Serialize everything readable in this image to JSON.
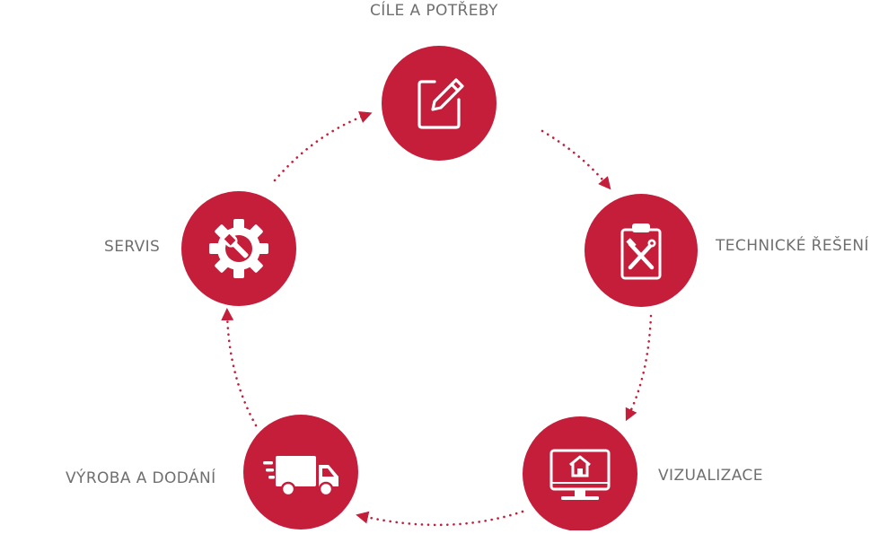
{
  "colors": {
    "accent": "#c41e3a",
    "label": "#6f6f6f",
    "icon": "#ffffff"
  },
  "steps": [
    {
      "label": "CÍLE A POTŘEBY",
      "icon": "document-pencil-icon"
    },
    {
      "label": "TECHNICKÉ ŘEŠENÍ",
      "icon": "clipboard-tools-icon"
    },
    {
      "label": "VIZUALIZACE",
      "icon": "monitor-house-icon"
    },
    {
      "label": "VÝROBA A DODÁNÍ",
      "icon": "delivery-truck-icon"
    },
    {
      "label": "SERVIS",
      "icon": "gear-wrench-icon"
    }
  ]
}
